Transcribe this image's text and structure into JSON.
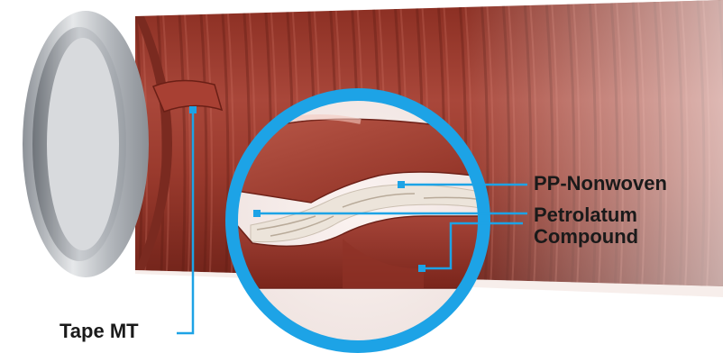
{
  "labels": {
    "pp_nonwoven": "PP-Nonwoven",
    "petrolatum_line1": "Petrolatum",
    "petrolatum_line2": "Compound",
    "tape_mt": "Tape MT"
  },
  "colors": {
    "tape_red": "#9e3a2c",
    "tape_dark": "#6e2118",
    "tape_light_pink": "#e9bfb3",
    "pipe_steel": "#b9bdc2",
    "magnifier_ring": "#1da3e6",
    "callout_line": "#1da3e6",
    "fabric": "#e8e0d6"
  }
}
